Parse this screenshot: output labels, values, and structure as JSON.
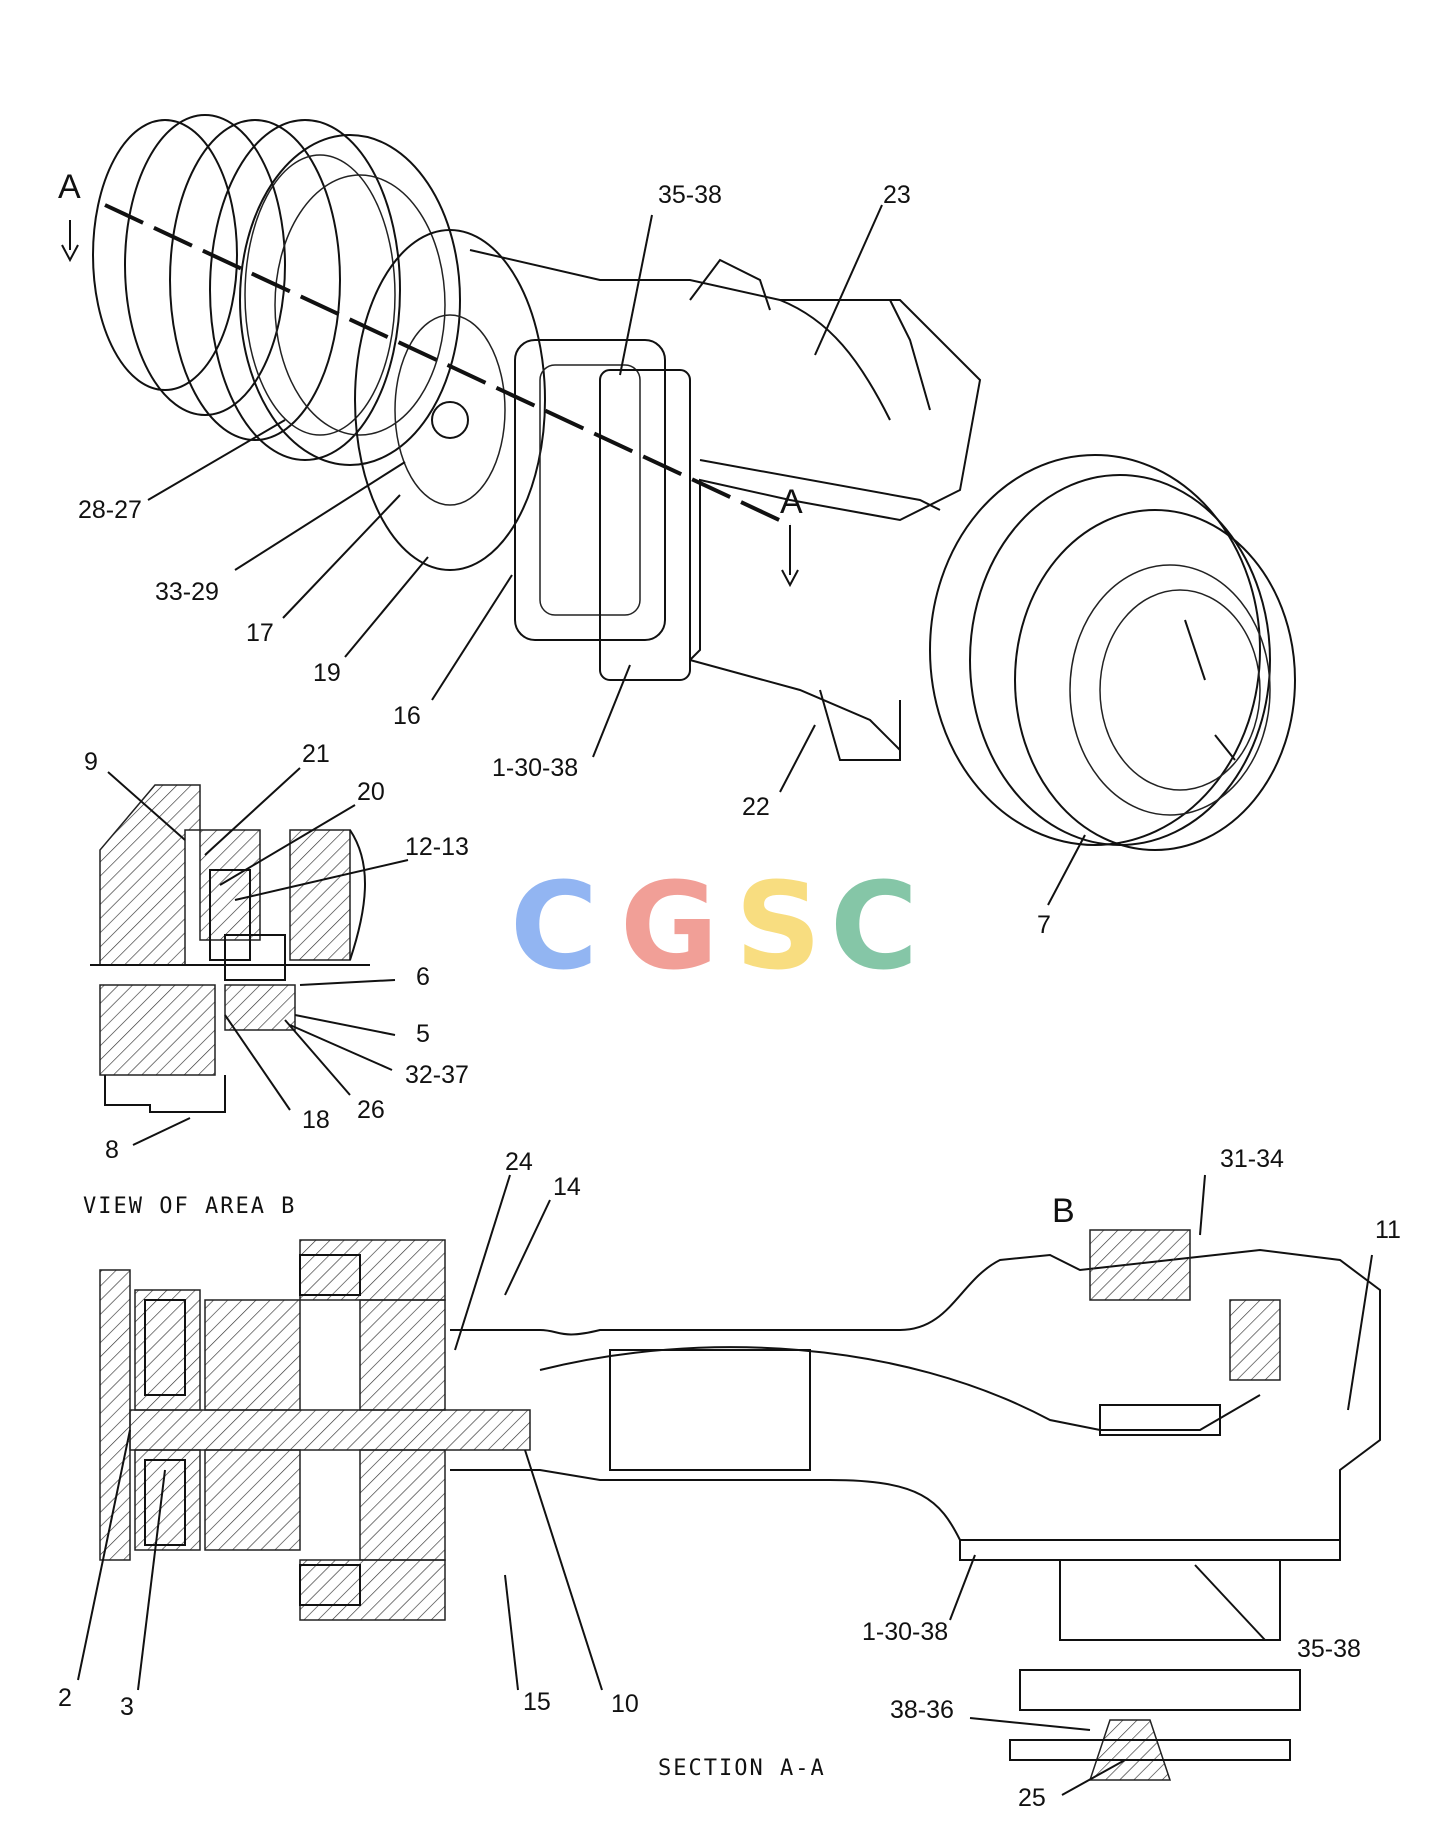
{
  "section_marker_letter": "A",
  "detail_marker_letter": "B",
  "captions": {
    "view_of_area": "VIEW OF AREA B",
    "section": "SECTION A-A"
  },
  "watermark": {
    "letters": [
      "C",
      "G",
      "S",
      "C"
    ],
    "colors": [
      "#8db2f2",
      "#f19a92",
      "#f8dc7a",
      "#7fc3a3"
    ]
  },
  "callouts": {
    "l_35_38_top": "35-38",
    "l_23": "23",
    "l_28_27": "28-27",
    "l_33_29": "33-29",
    "l_17": "17",
    "l_19": "19",
    "l_16": "16",
    "l_1_30_38_top": "1-30-38",
    "l_22": "22",
    "l_7": "7",
    "l_9": "9",
    "l_21": "21",
    "l_20": "20",
    "l_12_13": "12-13",
    "l_6": "6",
    "l_5": "5",
    "l_32_37": "32-37",
    "l_26": "26",
    "l_18": "18",
    "l_8": "8",
    "l_24": "24",
    "l_14": "14",
    "l_31_34": "31-34",
    "l_11": "11",
    "l_2": "2",
    "l_3": "3",
    "l_15": "15",
    "l_10": "10",
    "l_1_30_38_bottom": "1-30-38",
    "l_35_38_bottom": "35-38",
    "l_38_36": "38-36",
    "l_25": "25"
  }
}
